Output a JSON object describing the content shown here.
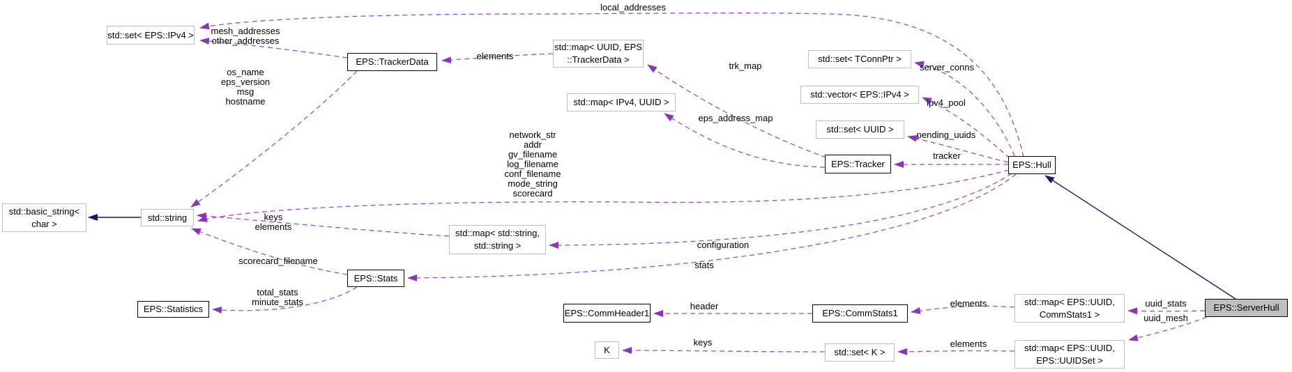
{
  "diagram": {
    "type": "collaboration-graph",
    "current_class": "EPS::ServerHull",
    "colors": {
      "usage_edge": "#9a4fc8",
      "usage_arrow": "#8a35bd",
      "inheritance_edge": "#191970",
      "template_node_border": "#bdbdbd",
      "class_node_border": "#000000",
      "node_fill": "#ffffff",
      "current_node_fill": "#bfbfbf"
    },
    "nodes": [
      {
        "id": "set-ipv4",
        "label": "std::set< EPS::IPv4 >"
      },
      {
        "id": "eps-trackerdata",
        "label": "EPS::TrackerData"
      },
      {
        "id": "map-uuid-trackerdata",
        "label": "std::map< UUID, EPS\n::TrackerData >"
      },
      {
        "id": "map-ipv4-uuid",
        "label": "std::map< IPv4, UUID >"
      },
      {
        "id": "set-tconnptr",
        "label": "std::set< TConnPtr >"
      },
      {
        "id": "vector-ipv4",
        "label": "std::vector< EPS::IPv4 >"
      },
      {
        "id": "set-uuid",
        "label": "std::set< UUID >"
      },
      {
        "id": "eps-tracker",
        "label": "EPS::Tracker"
      },
      {
        "id": "eps-hull",
        "label": "EPS::Hull"
      },
      {
        "id": "basic-string",
        "label": "std::basic_string<\nchar >"
      },
      {
        "id": "std-string",
        "label": "std::string"
      },
      {
        "id": "map-string-string",
        "label": "std::map< std::string,\nstd::string >"
      },
      {
        "id": "eps-stats",
        "label": "EPS::Stats"
      },
      {
        "id": "eps-statistics",
        "label": "EPS::Statistics"
      },
      {
        "id": "eps-commheader1",
        "label": "EPS::CommHeader1"
      },
      {
        "id": "eps-commstats1",
        "label": "EPS::CommStats1"
      },
      {
        "id": "map-uuid-commstats1",
        "label": "std::map< EPS::UUID,\nCommStats1 >"
      },
      {
        "id": "eps-serverhull",
        "label": "EPS::ServerHull"
      },
      {
        "id": "k",
        "label": "K"
      },
      {
        "id": "set-k",
        "label": "std::set< K >"
      },
      {
        "id": "map-uuid-uuidset",
        "label": "std::map< EPS::UUID,\nEPS::UUIDSet >"
      }
    ],
    "edge_labels": [
      {
        "id": "local-addresses",
        "text": "local_addresses"
      },
      {
        "id": "mesh-other",
        "text": "mesh_addresses\nother_addresses"
      },
      {
        "id": "os-block",
        "text": "os_name\neps_version\nmsg\nhostname"
      },
      {
        "id": "elements-trackerdata",
        "text": "elements"
      },
      {
        "id": "trk-map",
        "text": "trk_map"
      },
      {
        "id": "eps-address-map",
        "text": "eps_address_map"
      },
      {
        "id": "server-conns",
        "text": "server_conns"
      },
      {
        "id": "ipv4-pool",
        "text": "ipv4_pool"
      },
      {
        "id": "pending-uuids",
        "text": "pending_uuids"
      },
      {
        "id": "tracker",
        "text": "tracker"
      },
      {
        "id": "net-bundle",
        "text": "network_str\naddr\ngv_filename\nlog_filename\nconf_filename\nmode_string\nscorecard"
      },
      {
        "id": "configuration",
        "text": "configuration"
      },
      {
        "id": "stats",
        "text": "stats"
      },
      {
        "id": "scorecard-filename",
        "text": "scorecard_filename"
      },
      {
        "id": "keys-elements",
        "text": "keys\nelements"
      },
      {
        "id": "total-minute",
        "text": "total_stats\nminute_stats"
      },
      {
        "id": "header",
        "text": "header"
      },
      {
        "id": "elements-commstats",
        "text": "elements"
      },
      {
        "id": "uuid-stats",
        "text": "uuid_stats"
      },
      {
        "id": "uuid-mesh",
        "text": "uuid_mesh"
      },
      {
        "id": "elements-uuidset",
        "text": "elements"
      },
      {
        "id": "keys-k",
        "text": "keys"
      }
    ],
    "edges": [
      {
        "id": "local-addresses",
        "from": "eps-hull",
        "to": "set-ipv4",
        "kind": "usage"
      },
      {
        "id": "mesh-other",
        "from": "eps-trackerdata",
        "to": "set-ipv4",
        "kind": "usage"
      },
      {
        "id": "os-block",
        "from": "eps-trackerdata",
        "to": "std-string",
        "kind": "usage"
      },
      {
        "id": "elements-trackerdata",
        "from": "map-uuid-trackerdata",
        "to": "eps-trackerdata",
        "kind": "usage"
      },
      {
        "id": "trk-map",
        "from": "eps-tracker",
        "to": "map-uuid-trackerdata",
        "kind": "usage"
      },
      {
        "id": "eps-address-map",
        "from": "eps-tracker",
        "to": "map-ipv4-uuid",
        "kind": "usage"
      },
      {
        "id": "server-conns",
        "from": "eps-hull",
        "to": "set-tconnptr",
        "kind": "usage"
      },
      {
        "id": "ipv4-pool",
        "from": "eps-hull",
        "to": "vector-ipv4",
        "kind": "usage"
      },
      {
        "id": "pending-uuids",
        "from": "eps-hull",
        "to": "set-uuid",
        "kind": "usage"
      },
      {
        "id": "tracker",
        "from": "eps-hull",
        "to": "eps-tracker",
        "kind": "usage"
      },
      {
        "id": "net-bundle",
        "from": "eps-hull",
        "to": "std-string",
        "kind": "usage"
      },
      {
        "id": "configuration",
        "from": "eps-hull",
        "to": "map-string-string",
        "kind": "usage"
      },
      {
        "id": "stats",
        "from": "eps-hull",
        "to": "eps-stats",
        "kind": "usage"
      },
      {
        "id": "scorecard-filename",
        "from": "eps-stats",
        "to": "std-string",
        "kind": "usage"
      },
      {
        "id": "keys-elements",
        "from": "map-string-string",
        "to": "std-string",
        "kind": "usage"
      },
      {
        "id": "total-minute",
        "from": "eps-stats",
        "to": "eps-statistics",
        "kind": "usage"
      },
      {
        "id": "string-inherit",
        "from": "std-string",
        "to": "basic-string",
        "kind": "inheritance"
      },
      {
        "id": "header",
        "from": "eps-commstats1",
        "to": "eps-commheader1",
        "kind": "usage"
      },
      {
        "id": "elements-commstats",
        "from": "map-uuid-commstats1",
        "to": "eps-commstats1",
        "kind": "usage"
      },
      {
        "id": "uuid-stats",
        "from": "eps-serverhull",
        "to": "map-uuid-commstats1",
        "kind": "usage"
      },
      {
        "id": "uuid-mesh",
        "from": "eps-serverhull",
        "to": "map-uuid-uuidset",
        "kind": "usage"
      },
      {
        "id": "elements-uuidset",
        "from": "map-uuid-uuidset",
        "to": "set-k",
        "kind": "usage"
      },
      {
        "id": "keys-k",
        "from": "set-k",
        "to": "k",
        "kind": "usage"
      },
      {
        "id": "serverhull-inherit",
        "from": "eps-serverhull",
        "to": "eps-hull",
        "kind": "inheritance"
      }
    ]
  }
}
